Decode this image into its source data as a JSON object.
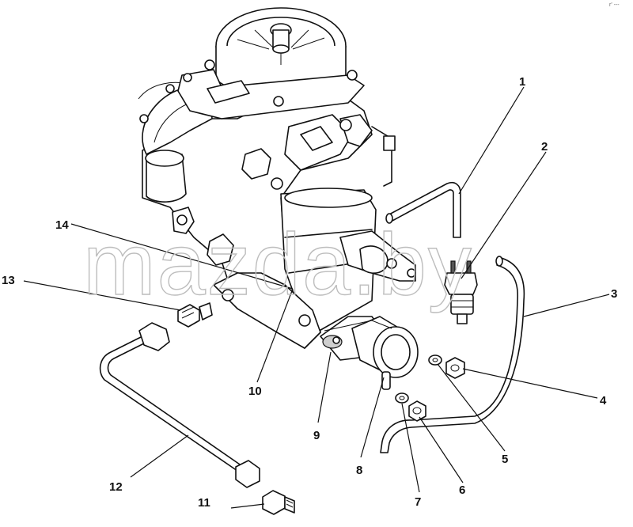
{
  "corner_mark": "r' ---",
  "watermark": "mazda.by",
  "callouts": [
    {
      "id": "1",
      "label": "1"
    },
    {
      "id": "2",
      "label": "2"
    },
    {
      "id": "3",
      "label": "3"
    },
    {
      "id": "4",
      "label": "4"
    },
    {
      "id": "5",
      "label": "5"
    },
    {
      "id": "6",
      "label": "6"
    },
    {
      "id": "7",
      "label": "7"
    },
    {
      "id": "8",
      "label": "8"
    },
    {
      "id": "9",
      "label": "9"
    },
    {
      "id": "10",
      "label": "10"
    },
    {
      "id": "11",
      "label": "11"
    },
    {
      "id": "12",
      "label": "12"
    },
    {
      "id": "13",
      "label": "13"
    },
    {
      "id": "14",
      "label": "14"
    }
  ]
}
